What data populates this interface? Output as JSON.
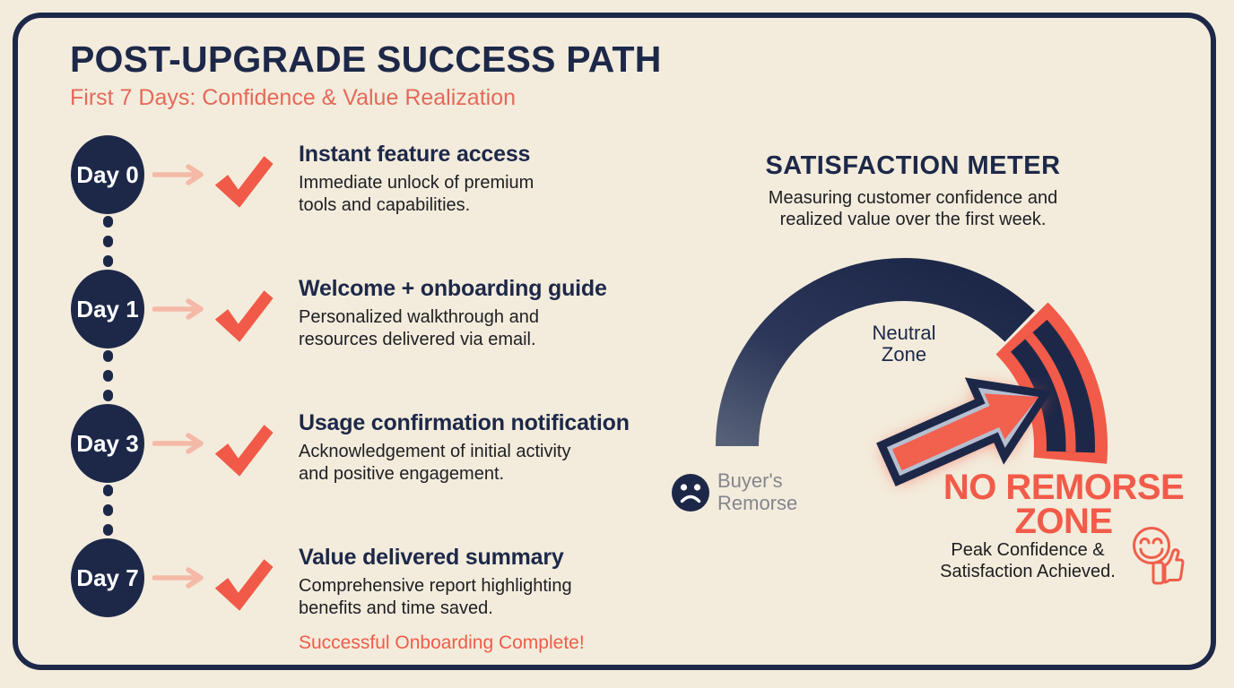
{
  "palette": {
    "background": "#f3ecdc",
    "navy": "#1d2849",
    "coral": "#f25b49",
    "salmon_arrow": "#f5b9a8",
    "gray_label": "#85858e",
    "body_text": "#202024"
  },
  "header": {
    "title": "POST-UPGRADE SUCCESS PATH",
    "subtitle": "First 7 Days: Confidence & Value Realization"
  },
  "timeline": {
    "items": [
      {
        "day": "Day 0",
        "title": "Instant feature access",
        "description": "Immediate unlock of premium\ntools and capabilities."
      },
      {
        "day": "Day 1",
        "title": "Welcome + onboarding guide",
        "description": "Personalized walkthrough and\nresources delivered via email."
      },
      {
        "day": "Day 3",
        "title": "Usage confirmation notification",
        "description": "Acknowledgement of initial activity\nand positive engagement."
      },
      {
        "day": "Day 7",
        "title": "Value delivered summary",
        "description": "Comprehensive report highlighting\nbenefits and time saved.",
        "footnote": "Successful Onboarding Complete!"
      }
    ]
  },
  "meter": {
    "title": "SATISFACTION METER",
    "subtitle": "Measuring customer confidence and\nrealized value over the first week.",
    "zones": {
      "buyers_remorse": "Buyer's\nRemorse",
      "neutral": "Neutral\nZone",
      "no_remorse": "NO REMORSE\nZONE",
      "no_remorse_caption": "Peak Confidence &\nSatisfaction Achieved."
    }
  },
  "icons": {
    "check": "checkmark-icon",
    "step_arrow": "arrow-right-icon",
    "sad": "sad-face-icon",
    "happy": "happy-thumbs-up-icon",
    "pointer": "gauge-pointer-arrow"
  }
}
